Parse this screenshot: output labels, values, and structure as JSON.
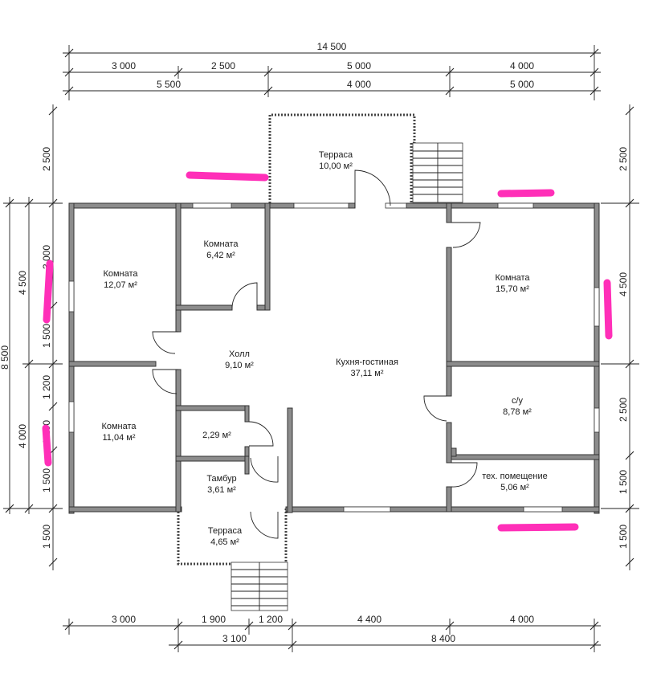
{
  "dimensions": {
    "top_total": "14 500",
    "top_row1": [
      "3 000",
      "2 500",
      "5 000",
      "4 000"
    ],
    "top_row2": [
      "5 500",
      "4 000",
      "5 000"
    ],
    "bottom_row1": [
      "3 000",
      "1 900",
      "1 200",
      "4 400",
      "4 000"
    ],
    "bottom_row2": [
      "3 100",
      "8 400"
    ],
    "left_total": "8 500",
    "left_row1": [
      "4 500",
      "4 000"
    ],
    "left_row2": [
      "2 500",
      "3 000",
      "1 500",
      "1 200",
      "1 200",
      "1 500",
      "1 500"
    ],
    "right_row": [
      "2 500",
      "4 500",
      "2 500",
      "1 500",
      "1 500"
    ]
  },
  "rooms": {
    "terrace_top": {
      "name": "Терраса",
      "area": "10,00 м²"
    },
    "room_left_top": {
      "name": "Комната",
      "area": "12,07 м²"
    },
    "room_small": {
      "name": "Комната",
      "area": "6,42 м²"
    },
    "room_right_top": {
      "name": "Комната",
      "area": "15,70 м²"
    },
    "hall": {
      "name": "Холл",
      "area": "9,10 м²"
    },
    "kitchen": {
      "name": "Кухня-гостиная",
      "area": "37,11 м²"
    },
    "room_left_bottom": {
      "name": "Комната",
      "area": "11,04 м²"
    },
    "storage": {
      "area": "2,29 м²"
    },
    "bathroom": {
      "name": "с/у",
      "area": "8,78 м²"
    },
    "vestibule": {
      "name": "Тамбур",
      "area": "3,61 м²"
    },
    "tech_room": {
      "name": "тех. помещение",
      "area": "5,06 м²"
    },
    "terrace_bottom": {
      "name": "Терраса",
      "area": "4,65 м²"
    }
  },
  "colors": {
    "wall": "#8c8c8c",
    "highlight": "#ff2fb8"
  }
}
